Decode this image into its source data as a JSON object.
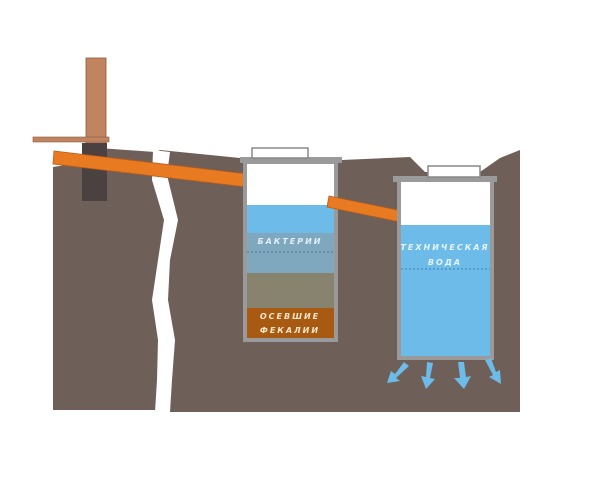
{
  "labels": {
    "bacteria": "БАКТЕРИИ",
    "sediment_line1": "ОСЕВШИЕ",
    "sediment_line2": "ФЕКАЛИИ",
    "water_line1": "ТЕХНИЧЕСКАЯ",
    "water_line2": "ВОДА"
  },
  "colors": {
    "ground": "#6e5f58",
    "pipe": "#e87a22",
    "wood": "#c08560",
    "water": "#6cbbe8",
    "bacteria_layer": "#7fa8bf",
    "sludge": "#88836f",
    "sediment": "#a85a12"
  }
}
